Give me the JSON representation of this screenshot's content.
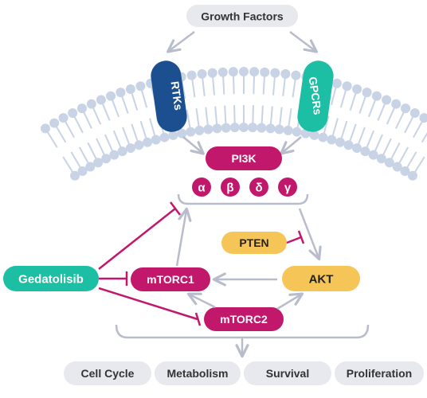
{
  "top": {
    "growth_factors": "Growth Factors"
  },
  "receptors": {
    "rtks": "RTKs",
    "gpcrs": "GPCRs"
  },
  "pi3k": {
    "label": "PI3K",
    "isoforms": [
      "α",
      "β",
      "δ",
      "γ"
    ]
  },
  "nodes": {
    "pten": "PTEN",
    "akt": "AKT",
    "mtorc1": "mTORC1",
    "mtorc2": "mTORC2",
    "drug": "Gedatolisib"
  },
  "outcomes": [
    "Cell Cycle",
    "Metabolism",
    "Survival",
    "Proliferation"
  ],
  "colors": {
    "magenta": "#c2186b",
    "teal": "#1cbfa3",
    "navy": "#1b4f8f",
    "yellow": "#f6c558",
    "grey_pill": "#e8e8ef",
    "arrow": "#b8bccb",
    "inhibit": "#c2186b",
    "membrane": "#c9d3e6"
  }
}
